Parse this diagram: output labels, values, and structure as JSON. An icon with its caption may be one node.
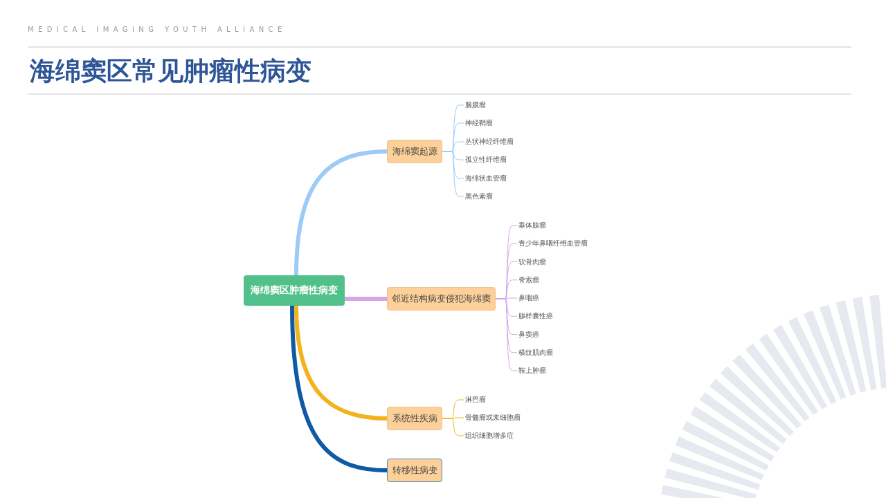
{
  "diagram": {
    "title": "海绵窦区常见肿瘤性病变",
    "nodes": [
      {
        "text": [
          "海绵窦区肿瘤性病变"
        ]
      },
      {
        "text": [
          "海绵窦起源"
        ]
      },
      {
        "text": [
          "脑膜瘤"
        ]
      },
      {
        "text": [
          "神经鞘瘤"
        ]
      },
      {
        "text": [
          "丛状神经纤维瘤"
        ]
      },
      {
        "text": [
          "孤立性纤维瘤"
        ]
      },
      {
        "text": [
          "海绵状血管瘤"
        ]
      },
      {
        "text": [
          "黑色素瘤"
        ]
      },
      {
        "text": [
          "邻近结构病变侵犯海绵窦"
        ]
      },
      {
        "text": [
          "垂体腺瘤"
        ]
      },
      {
        "text": [
          "青少年鼻咽纤维血管瘤"
        ]
      },
      {
        "text": [
          "软骨肉瘤"
        ]
      },
      {
        "text": [
          "脊索瘤"
        ]
      },
      {
        "text": [
          "鼻咽癌"
        ]
      },
      {
        "text": [
          "腺样囊性癌"
        ]
      },
      {
        "text": [
          "鼻窦癌"
        ]
      },
      {
        "text": [
          "横纹肌肉瘤"
        ]
      },
      {
        "text": [
          "鞍上肿瘤"
        ]
      },
      {
        "text": [
          "系统性疾病"
        ]
      },
      {
        "text": [
          "淋巴瘤"
        ]
      },
      {
        "text": [
          "骨髓瘤或浆细胞瘤"
        ]
      },
      {
        "text": [
          "组织细胞增多症"
        ]
      },
      {
        "text": [
          "转移性病变"
        ]
      }
    ],
    "edges": [
      {
        "from": 0,
        "to": 1,
        "arrow": "none",
        "style": "thick",
        "color": "#9ccbf5"
      },
      {
        "from": 1,
        "to": 2,
        "arrow": "none",
        "color": "#9ccbf5"
      },
      {
        "from": 1,
        "to": 3,
        "arrow": "none",
        "color": "#9ccbf5"
      },
      {
        "from": 1,
        "to": 4,
        "arrow": "none",
        "color": "#9ccbf5"
      },
      {
        "from": 1,
        "to": 5,
        "arrow": "none",
        "color": "#9ccbf5"
      },
      {
        "from": 1,
        "to": 6,
        "arrow": "none",
        "color": "#9ccbf5"
      },
      {
        "from": 1,
        "to": 7,
        "arrow": "none",
        "color": "#9ccbf5"
      },
      {
        "from": 0,
        "to": 8,
        "arrow": "none",
        "style": "thick",
        "color": "#d6a6ea"
      },
      {
        "from": 8,
        "to": 9,
        "arrow": "none",
        "color": "#d6a6ea"
      },
      {
        "from": 8,
        "to": 10,
        "arrow": "none",
        "color": "#d6a6ea"
      },
      {
        "from": 8,
        "to": 11,
        "arrow": "none",
        "color": "#d6a6ea"
      },
      {
        "from": 8,
        "to": 12,
        "arrow": "none",
        "color": "#d6a6ea"
      },
      {
        "from": 8,
        "to": 13,
        "arrow": "none",
        "color": "#d6a6ea"
      },
      {
        "from": 8,
        "to": 14,
        "arrow": "none",
        "color": "#d6a6ea"
      },
      {
        "from": 8,
        "to": 15,
        "arrow": "none",
        "color": "#d6a6ea"
      },
      {
        "from": 8,
        "to": 16,
        "arrow": "none",
        "color": "#d6a6ea"
      },
      {
        "from": 8,
        "to": 17,
        "arrow": "none",
        "color": "#d6a6ea"
      },
      {
        "from": 0,
        "to": 18,
        "arrow": "none",
        "style": "thick",
        "color": "#f2b31c"
      },
      {
        "from": 18,
        "to": 19,
        "arrow": "none",
        "color": "#f2b31c"
      },
      {
        "from": 18,
        "to": 20,
        "arrow": "none",
        "color": "#f2b31c"
      },
      {
        "from": 18,
        "to": 21,
        "arrow": "none",
        "color": "#f2b31c"
      },
      {
        "from": 0,
        "to": 22,
        "arrow": "none",
        "style": "thick",
        "color": "#0f5aa5"
      }
    ],
    "labels": [
      "MEDICAL IMAGING YOUTH ALLIANCE"
    ]
  }
}
